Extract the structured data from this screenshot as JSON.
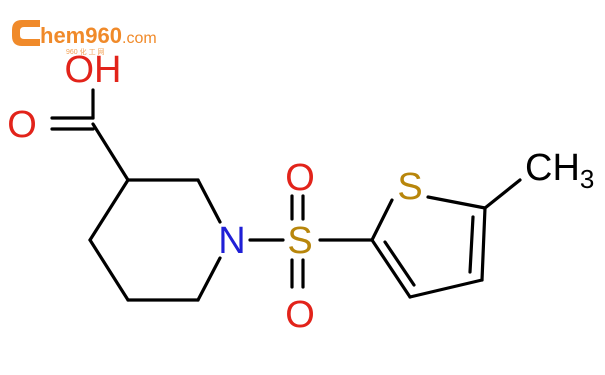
{
  "watermark": {
    "brand": "hem960",
    "domain": ".com",
    "subtitle": "960 化 工 网",
    "colors": {
      "orange": "#f08a2a"
    }
  },
  "molecule": {
    "atoms": {
      "hydroxyl": "OH",
      "carbonyl_oxygen": "O",
      "nitrogen": "N",
      "sulfonyl_sulfur": "S",
      "sulfonyl_oxygen_top": "O",
      "sulfonyl_oxygen_bottom": "O",
      "thiophene_sulfur": "S",
      "methyl": "CH",
      "methyl_subscript": "3"
    },
    "colors": {
      "carbon": "#000000",
      "oxygen": "#e2231a",
      "nitrogen": "#1f1fd6",
      "sulfur": "#b8860b"
    }
  }
}
